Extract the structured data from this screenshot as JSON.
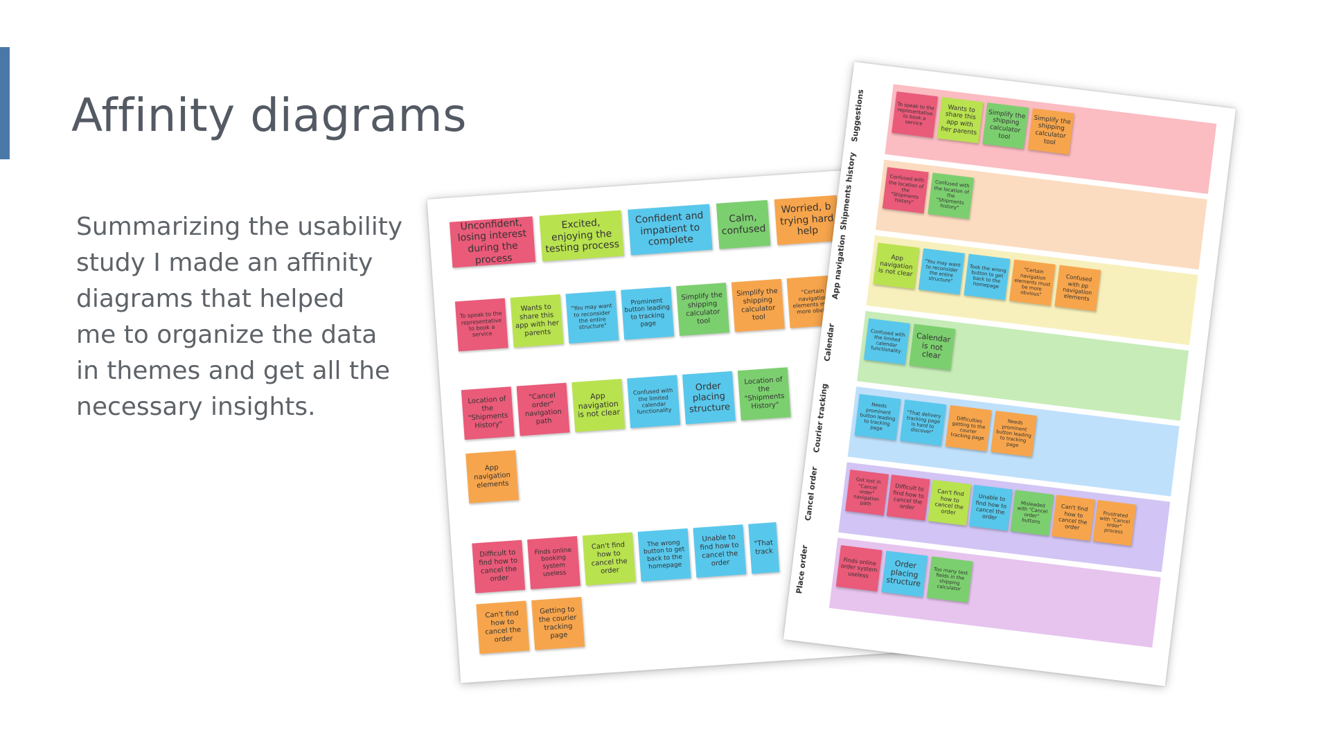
{
  "slide": {
    "title": "Affinity diagrams",
    "body_lines": [
      "Summarizing the usability",
      "study I made an affinity",
      "diagrams that helped",
      "me to organize the data",
      "in themes and get all the",
      "necessary insights."
    ]
  },
  "colors": {
    "accent": "#4a79a8",
    "red_note": "#ea5a79",
    "lime_note": "#b9e24f",
    "blue_note": "#58c7ec",
    "green_note": "#7ccf6f",
    "orange_note": "#f7a54c"
  },
  "back_sheet": {
    "row1": [
      "Unconfident, losing interest during the process",
      "Excited, enjoying the testing process",
      "Confident and impatient to complete",
      "Calm, confused",
      "Worried, b trying hard help"
    ],
    "row2": [
      "To speak to the representative to book a service",
      "Wants to share this app with her parents",
      "\"You may want to reconsider the entire structure\"",
      "Prominent button leading to tracking page",
      "Simplify the shipping calculator tool",
      "Simplify the shipping calculator tool",
      "\"Certain navigation elements m be more obviou"
    ],
    "row3": [
      "Location of the \"Shipments History\"",
      "\"Cancel order\" navigation path",
      "App navigation is not clear",
      "Confused with the limited calendar functionality",
      "Order placing structure",
      "Location of the \"Shipments History\"",
      "App navigation elements"
    ],
    "row4": [
      "Difficult to find how to cancel the order",
      "Finds online booking system useless",
      "Can't find how to cancel the order",
      "The wrong button to get back to the homepage",
      "Unable to find how to cancel the order",
      "\"That track",
      "Can't find how to cancel the order",
      "Getting to the courier tracking page"
    ]
  },
  "front_sheet": {
    "bands": [
      {
        "label": "Suggestions",
        "color": "#fbbcc2",
        "notes": [
          "To speak to the representative to book a service",
          "Wants to share this app with her parents",
          "Simplify the shipping calculator tool",
          "Simplify the shipping calculator tool"
        ]
      },
      {
        "label": "Shipments history",
        "color": "#fbdcc0",
        "notes": [
          "Confused with the location of the \"Shipments history\"",
          "Confused with the location of the \"Shipments history\""
        ]
      },
      {
        "label": "App navigation",
        "color": "#f8f0bc",
        "notes": [
          "App navigation is not clear",
          "\"You may want to reconsider the entire structure\"",
          "Took the wrong button to get back to the homepage",
          "\"Certain navigation elements must be more obvious\"",
          "Confused with pp navigation elements"
        ]
      },
      {
        "label": "Calendar",
        "color": "#c7ecb8",
        "notes": [
          "Confused with the limited calendar functionality",
          "Calendar is not clear"
        ]
      },
      {
        "label": "Courier tracking",
        "color": "#bfe0fb",
        "notes": [
          "Needs prominent button leading to tracking page",
          "\"That delivery tracking page is hard to discover\"",
          "Difficulties getting to the courier tracking page",
          "Needs prominent button leading to tracking page"
        ]
      },
      {
        "label": "Cancel order",
        "color": "#d2c4f4",
        "notes": [
          "Got lost in \"Cancel order\" navigation path",
          "Difficult to find how to cancel the order",
          "Can't find how to cancel the order",
          "Unable to find how to cancel the order",
          "Misleaded with \"Cancel order\" buttons",
          "Can't find how to cancel the order",
          "Frustrated with \"Cancel order\" process"
        ]
      },
      {
        "label": "Place order",
        "color": "#e6c4ee",
        "notes": [
          "Finds online order system useless",
          "Order placing structure",
          "Too many text fields in the shipping calculator"
        ]
      }
    ]
  }
}
